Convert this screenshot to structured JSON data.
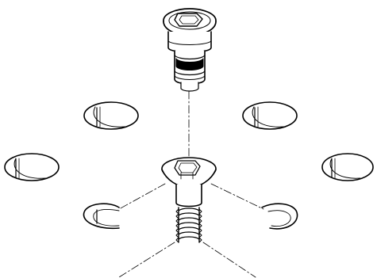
{
  "diagram": {
    "style": "isometric line art, black ink on white",
    "ink_color": "#000000",
    "paper_color": "#ffffff",
    "parts": [
      {
        "name": "threaded-insert",
        "icon": "threaded-insert-icon"
      },
      {
        "name": "countersunk-screw",
        "icon": "countersunk-screw-icon"
      },
      {
        "name": "panel-holes",
        "icon": "hole-icon",
        "count": 6
      }
    ]
  }
}
